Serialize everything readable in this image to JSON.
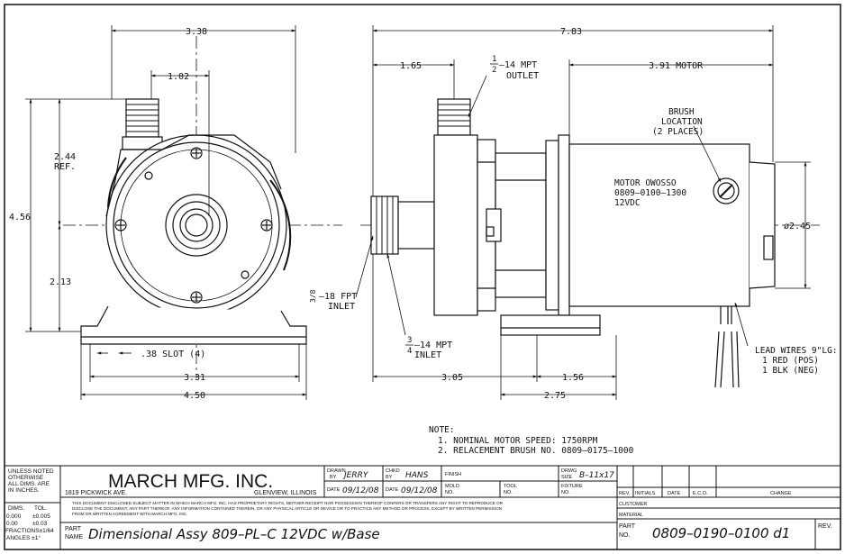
{
  "dims": {
    "d338": "3.38",
    "d102": "1.02",
    "d244": "2.44",
    "d244_ref": "REF.",
    "d456": "4.56",
    "d213": "2.13",
    "d38slot": ".38 SLOT (4)",
    "d331": "3.31",
    "d450": "4.50",
    "d783": "7.83",
    "d165": "1.65",
    "d391": "3.91 MOTOR",
    "d245": "ø2.45",
    "d305": "3.05",
    "d156": "1.56",
    "d275": "2.75"
  },
  "callouts": {
    "outlet_frac_num": "1",
    "outlet_frac_den": "2",
    "outlet_line1": "–14 MPT",
    "outlet_line2": "OUTLET",
    "brush_line1": "BRUSH",
    "brush_line2": "LOCATION",
    "brush_line3": "(2 PLACES)",
    "motor_line1": "MOTOR OWOSSO",
    "motor_line2": "0809–0100–1300",
    "motor_line3": "12VDC",
    "fpt_line1": "–18 FPT",
    "fpt_line2": "INLET",
    "fpt_frac": "3/8",
    "inlet_frac_num": "3",
    "inlet_frac_den": "4",
    "inlet_line1": "–14 MPT",
    "inlet_line2": "INLET",
    "lead_line1": "LEAD WIRES 9\"LG:",
    "lead_line2": "1 RED (POS)",
    "lead_line3": "1 BLK (NEG)"
  },
  "notes": {
    "title": "NOTE:",
    "n1": "1. NOMINAL MOTOR SPEED: 1750RPM",
    "n2": "2. RELACEMENT BRUSH NO. 0809–0175–1000"
  },
  "title_block": {
    "unless1": "UNLESS NOTED",
    "unless2": "OTHERWISE",
    "unless3": "ALL DIMS. ARE",
    "unless4": "IN INCHES.",
    "dims_h": "DIMS.",
    "tol_h": "TOL.",
    "r1a": "0.000",
    "r1b": "±0.005",
    "r2a": "0.00",
    "r2b": "±0.03",
    "r3": "FRACTIONS±1/64",
    "r4": "ANGLES  ±1°",
    "company": "MARCH MFG. INC.",
    "address": "1819 PICKWICK AVE.",
    "city": "GLENVIEW, ILLINOIS",
    "disclaimer1": "THIS DOCUMENT DISCLOSED SUBJECT MATTER IN WHICH MARCH MFG. INC. HAS PROPRIETARY RIGHTS, NEITHER RECEIPT NOR POSSESSION THEREOF CONFERS OR TRANSFERS ANY RIGHT TO REPRODUCE OR",
    "disclaimer2": "DISCLOSE THE DOCUMENT, ANY PART THEREOF, ANY INFORMATION CONTAINED THEREIN, OR ANY PHYSICAL ARTICLE OR DEVICE OR TO PRACTICE ANY METHOD OR PROCESS, EXCEPT BY WRITTEN PERMISSION",
    "disclaimer3": "FROM OR WRITTEN AGREEMENT WITH MARCH MFG. INC.",
    "drawn_by_label1": "DRAWN",
    "drawn_by_label2": "BY",
    "drawn_by": "JERRY",
    "chkd_label1": "CHKD",
    "chkd_label2": "BY",
    "chkd_by": "HANS",
    "finish_label": "FINISH",
    "drwg_label1": "DRWG",
    "drwg_label2": "SIZE",
    "drwg_size": "B–11x17",
    "date_label": "DATE",
    "date1": "09/12/08",
    "date2": "09/12/08",
    "mold_label1": "MOLD",
    "mold_label2": "NO.",
    "tool_label1": "TOOL",
    "tool_label2": "NO.",
    "fixture_label1": "FIXTURE",
    "fixture_label2": "NO.",
    "part_label1": "PART",
    "part_label2": "NAME",
    "part_name": "Dimensional Assy 809–PL–C 12VDC w/Base",
    "rev_h": "REV.",
    "initials_h": "INITIALS",
    "date_h": "DATE",
    "eco_h": "E.C.O.",
    "change_h": "CHANGE",
    "customer_label": "CUSTOMER",
    "material_label": "MATERIAL",
    "part_no_label1": "PART",
    "part_no_label2": "NO.",
    "part_no": "0809–0190–0100 d1",
    "rev_label": "REV."
  }
}
